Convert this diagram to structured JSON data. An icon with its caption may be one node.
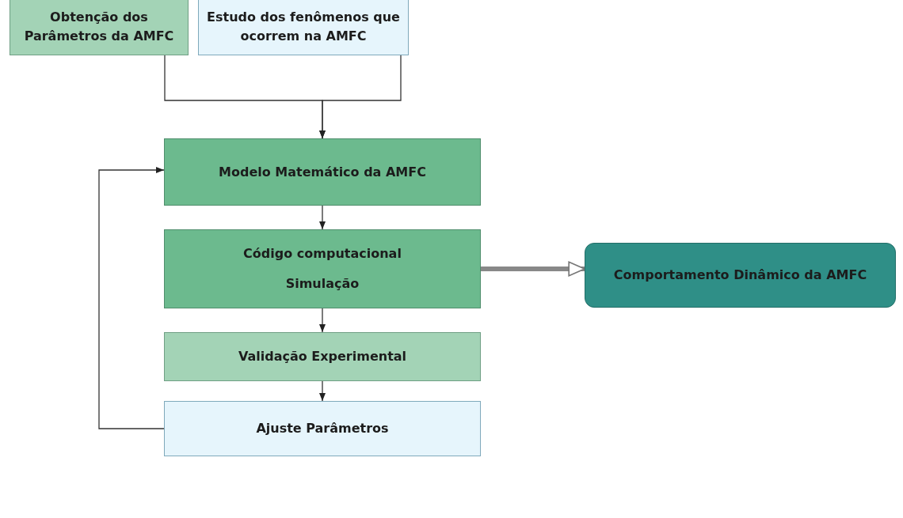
{
  "diagram": {
    "nodes": [
      {
        "text": [
          "Obtenção dos Parâmetros da AMFC"
        ]
      },
      {
        "text": [
          "Estudo dos fenômenos que ocorrem na AMFC"
        ]
      },
      {
        "text": [
          "Modelo Matemático da AMFC"
        ]
      },
      {
        "text": [
          "Código computacional",
          "Simulação"
        ]
      },
      {
        "text": [
          "Comportamento Dinâmico da AMFC"
        ]
      },
      {
        "text": [
          "Validação Experimental"
        ]
      },
      {
        "text": [
          "Ajuste Parâmetros"
        ]
      }
    ],
    "edges": [
      {
        "from": 0,
        "to": 2,
        "arrow": "to"
      },
      {
        "from": 1,
        "to": 2,
        "arrow": "to"
      },
      {
        "from": 2,
        "to": 3,
        "arrow": "to"
      },
      {
        "from": 3,
        "to": 4,
        "arrow": "to",
        "style": "thick"
      },
      {
        "from": 3,
        "to": 5,
        "arrow": "to"
      },
      {
        "from": 5,
        "to": 6,
        "arrow": "to"
      },
      {
        "from": 6,
        "to": 2,
        "arrow": "to"
      }
    ]
  }
}
